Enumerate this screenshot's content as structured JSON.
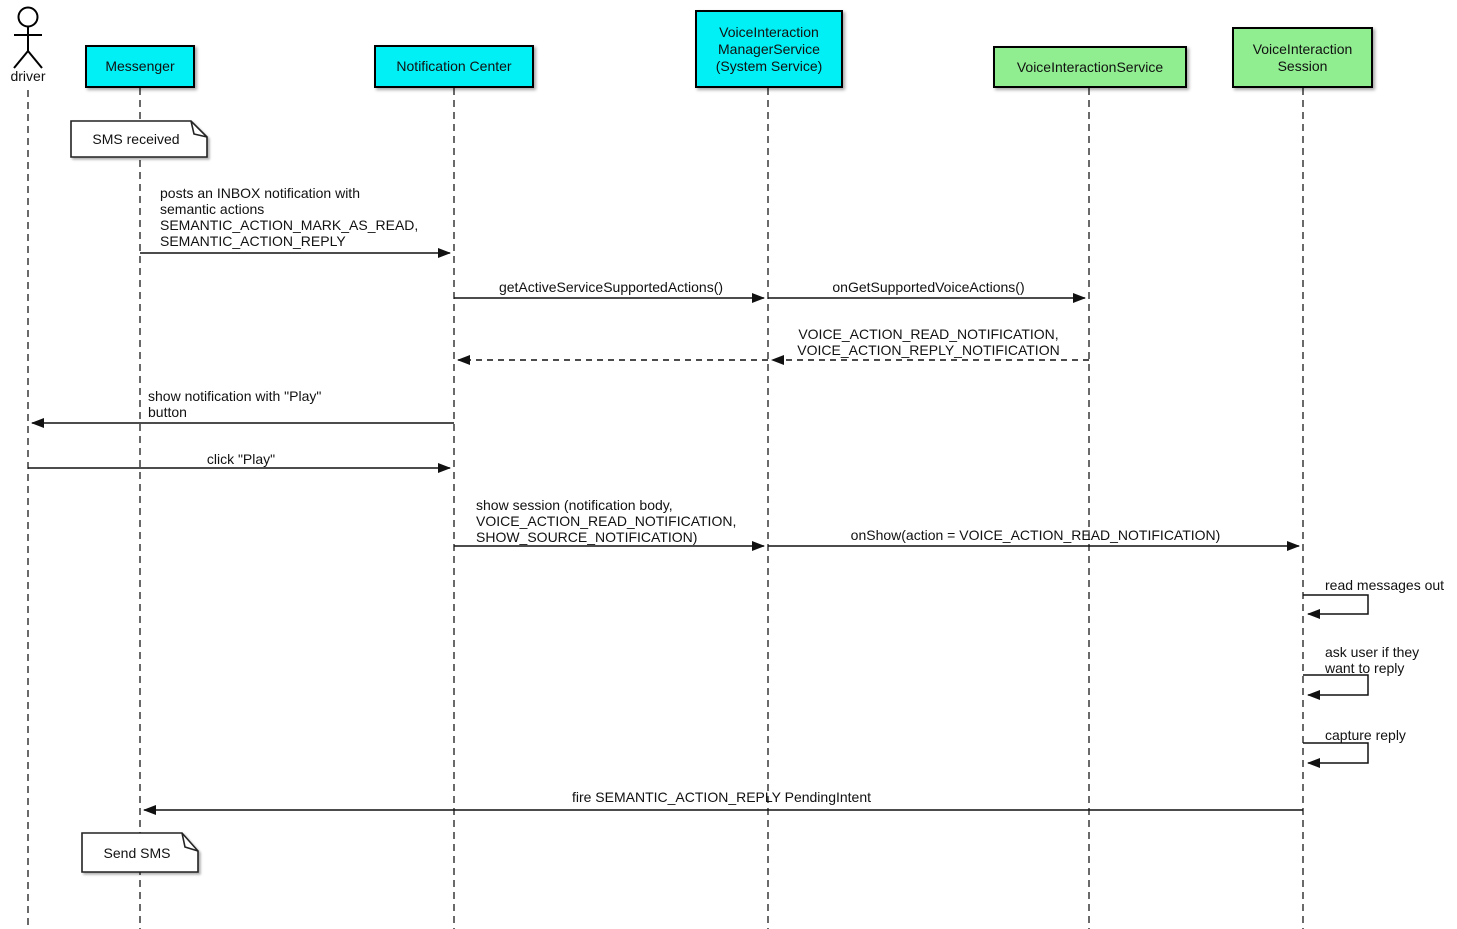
{
  "participants": [
    {
      "label": "driver",
      "type": "actor"
    },
    {
      "label": "Messenger",
      "fill": "system_participant"
    },
    {
      "label": "Notification Center",
      "fill": "system_participant"
    },
    {
      "label": "VoiceInteraction\nManagerService\n(System Service)",
      "fill": "system_participant"
    },
    {
      "label": "VoiceInteractionService",
      "fill": "app_participant"
    },
    {
      "label": "VoiceInteraction\nSession",
      "fill": "app_participant"
    }
  ],
  "colors": {
    "system_participant": "#00F0F5",
    "app_participant": "#90EE90",
    "line": "#111111",
    "background": "#ffffff"
  },
  "notes": [
    {
      "text": "SMS received",
      "near": "Messenger"
    },
    {
      "text": "Send SMS",
      "near": "Messenger"
    }
  ],
  "messages": [
    {
      "from": "Messenger",
      "to": "Notification Center",
      "line": "solid",
      "text": "posts an INBOX notification with\nsemantic actions\nSEMANTIC_ACTION_MARK_AS_READ,\nSEMANTIC_ACTION_REPLY"
    },
    {
      "from": "Notification Center",
      "to": "VoiceInteraction ManagerService",
      "line": "solid",
      "text": "getActiveServiceSupportedActions()"
    },
    {
      "from": "VoiceInteraction ManagerService",
      "to": "VoiceInteractionService",
      "line": "solid",
      "text": "onGetSupportedVoiceActions()"
    },
    {
      "from": "VoiceInteractionService",
      "to": "Notification Center",
      "line": "dashed",
      "text": "VOICE_ACTION_READ_NOTIFICATION,\nVOICE_ACTION_REPLY_NOTIFICATION"
    },
    {
      "from": "Notification Center",
      "to": "driver",
      "line": "solid",
      "text": "show notification with \"Play\"\nbutton"
    },
    {
      "from": "driver",
      "to": "Notification Center",
      "line": "solid",
      "text": "click \"Play\""
    },
    {
      "from": "Notification Center",
      "to": "VoiceInteraction ManagerService",
      "line": "solid",
      "text": "show session (notification body,\nVOICE_ACTION_READ_NOTIFICATION,\nSHOW_SOURCE_NOTIFICATION)"
    },
    {
      "from": "VoiceInteraction ManagerService",
      "to": "VoiceInteraction Session",
      "line": "solid",
      "text": "onShow(action = VOICE_ACTION_READ_NOTIFICATION)"
    },
    {
      "from": "VoiceInteraction Session",
      "to": "VoiceInteraction Session",
      "line": "solid",
      "text": "read messages out"
    },
    {
      "from": "VoiceInteraction Session",
      "to": "VoiceInteraction Session",
      "line": "solid",
      "text": "ask user if they\nwant to reply"
    },
    {
      "from": "VoiceInteraction Session",
      "to": "VoiceInteraction Session",
      "line": "solid",
      "text": "capture reply"
    },
    {
      "from": "VoiceInteraction Session",
      "to": "Messenger",
      "line": "solid",
      "text": "fire SEMANTIC_ACTION_REPLY PendingIntent"
    }
  ]
}
